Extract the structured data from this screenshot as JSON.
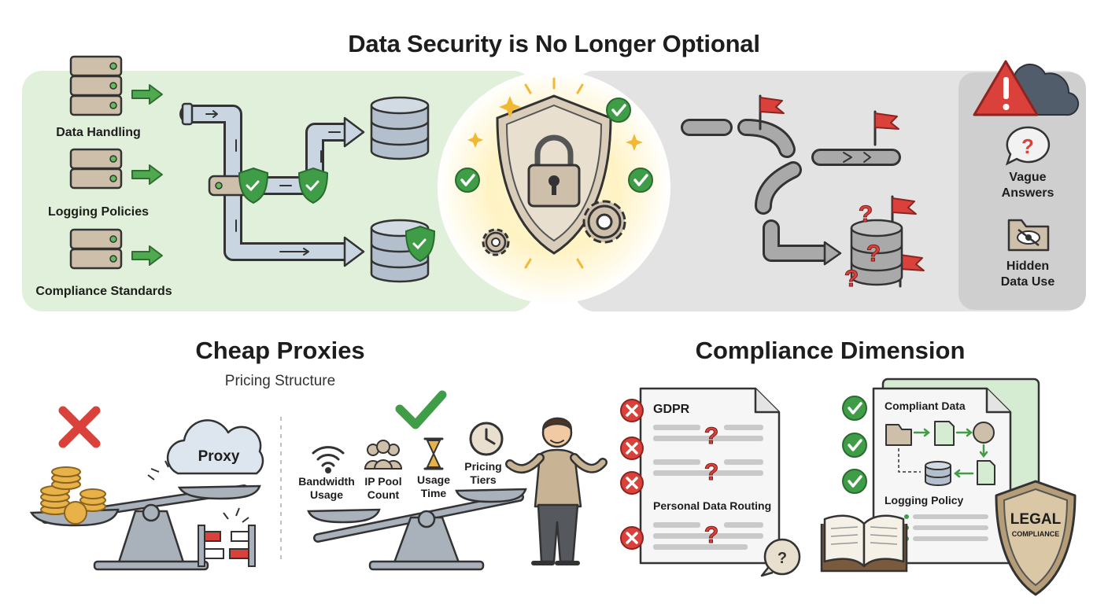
{
  "title": "Data Security is No Longer Optional",
  "top_left": {
    "items": [
      "Data Handling",
      "Logging Policies",
      "Compliance Standards"
    ]
  },
  "top_right_panel": {
    "items": [
      {
        "label": "Vague Answers",
        "line1": "Vague",
        "line2": "Answers",
        "icon": "question-bubble-icon"
      },
      {
        "label": "Hidden Data Use",
        "line1": "Hidden",
        "line2": "Data Use",
        "icon": "hidden-eye-folder-icon"
      }
    ]
  },
  "cheap_proxies": {
    "heading": "Cheap Proxies",
    "subheading": "Pricing Structure",
    "proxy_cloud": "Proxy",
    "factors": [
      {
        "line1": "Bandwidth",
        "line2": "Usage",
        "icon": "wifi-icon"
      },
      {
        "line1": "IP Pool",
        "line2": "Count",
        "icon": "users-icon"
      },
      {
        "line1": "Usage",
        "line2": "Time",
        "icon": "hourglass-icon"
      },
      {
        "line1": "Pricing",
        "line2": "Tiers",
        "icon": "clock-icon"
      }
    ]
  },
  "compliance": {
    "heading": "Compliance Dimension",
    "doc_left": {
      "title": "GDPR",
      "section": "Personal Data Routing"
    },
    "doc_right": {
      "title": "Compliant Data",
      "section": "Logging Policy"
    },
    "shield_main": "LEGAL",
    "shield_sub": "COMPLIANCE"
  },
  "colors": {
    "green_bg": "#e1f0da",
    "gray_bg": "#e3e3e3",
    "check_green": "#3f9d47",
    "alert_red": "#d9413a",
    "server_tan": "#cdbfa9",
    "db_blue": "#b3bfcc",
    "pipe_blue": "#c9d6e2"
  }
}
